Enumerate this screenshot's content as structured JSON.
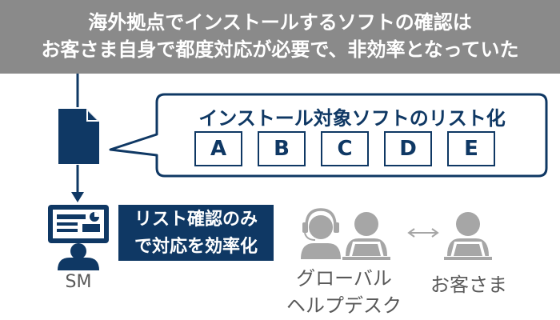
{
  "banner": {
    "line1": "海外拠点でインストールするソフトの確認は",
    "line2": "お客さま自身で都度対応が必要で、非効率となっていた"
  },
  "bubble": {
    "title": "インストール対象ソフトのリスト化",
    "items": [
      "A",
      "B",
      "C",
      "D",
      "E"
    ]
  },
  "sm": {
    "label": "SM"
  },
  "callout": {
    "line1": "リスト確認のみ",
    "line2": "で対応を効率化"
  },
  "helpdesk": {
    "line1": "グローバル",
    "line2": "ヘルプデスク"
  },
  "customer": {
    "label": "お客さま"
  },
  "colors": {
    "navy": "#0f3864",
    "banner_gray": "#8a8a8a",
    "icon_gray": "#a6a6a6",
    "text_gray": "#595959"
  }
}
